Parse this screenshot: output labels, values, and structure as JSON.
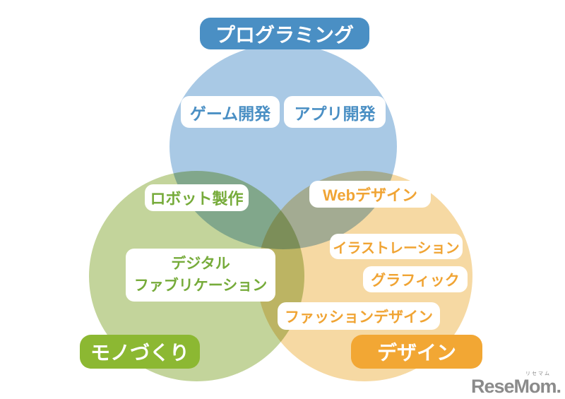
{
  "venn": {
    "circles": [
      {
        "id": "programming",
        "label": "プログラミング",
        "fill": "#a9c9e5",
        "badge_color": "#4a8fc4",
        "badge_text_color": "#ffffff"
      },
      {
        "id": "monozukuri",
        "label": "モノづくり",
        "fill": "#c3d49b",
        "badge_color": "#8cb832",
        "badge_text_color": "#ffffff"
      },
      {
        "id": "design",
        "label": "デザイン",
        "fill": "#f6d9a3",
        "badge_color": "#f2a734",
        "badge_text_color": "#ffffff"
      }
    ],
    "items": [
      {
        "label": "ゲーム開発",
        "region": "programming",
        "color": "#4a8fc4"
      },
      {
        "label": "アプリ開発",
        "region": "programming",
        "color": "#4a8fc4"
      },
      {
        "label": "ロボット製作",
        "region": "programming-monozukuri",
        "color": "#76ab3a"
      },
      {
        "label": "Webデザイン",
        "region": "programming-design",
        "color": "#f0a434"
      },
      {
        "line1": "デジタル",
        "line2": "ファブリケーション",
        "region": "monozukuri",
        "color": "#76ab3a"
      },
      {
        "label": "イラストレーション",
        "region": "design",
        "color": "#f0a434"
      },
      {
        "label": "グラフィック",
        "region": "design",
        "color": "#f0a434"
      },
      {
        "label": "ファッションデザイン",
        "region": "design",
        "color": "#f0a434"
      }
    ]
  },
  "watermark": {
    "text": "ReseMom.",
    "ruby": "リセマム",
    "color": "#8b8b8b"
  }
}
